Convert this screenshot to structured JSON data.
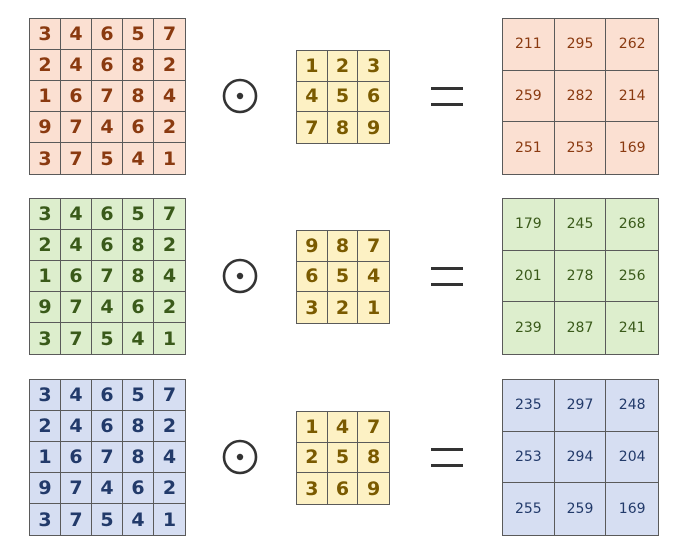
{
  "rows": [
    {
      "color_theme": "red",
      "input": [
        [
          "3",
          "4",
          "6",
          "5",
          "7"
        ],
        [
          "2",
          "4",
          "6",
          "8",
          "2"
        ],
        [
          "1",
          "6",
          "7",
          "8",
          "4"
        ],
        [
          "9",
          "7",
          "4",
          "6",
          "2"
        ],
        [
          "3",
          "7",
          "5",
          "4",
          "1"
        ]
      ],
      "kernel": [
        [
          "1",
          "2",
          "3"
        ],
        [
          "4",
          "5",
          "6"
        ],
        [
          "7",
          "8",
          "9"
        ]
      ],
      "output": [
        [
          "211",
          "295",
          "262"
        ],
        [
          "259",
          "282",
          "214"
        ],
        [
          "251",
          "253",
          "169"
        ]
      ]
    },
    {
      "color_theme": "green",
      "input": [
        [
          "3",
          "4",
          "6",
          "5",
          "7"
        ],
        [
          "2",
          "4",
          "6",
          "8",
          "2"
        ],
        [
          "1",
          "6",
          "7",
          "8",
          "4"
        ],
        [
          "9",
          "7",
          "4",
          "6",
          "2"
        ],
        [
          "3",
          "7",
          "5",
          "4",
          "1"
        ]
      ],
      "kernel": [
        [
          "9",
          "8",
          "7"
        ],
        [
          "6",
          "5",
          "4"
        ],
        [
          "3",
          "2",
          "1"
        ]
      ],
      "output": [
        [
          "179",
          "245",
          "268"
        ],
        [
          "201",
          "278",
          "256"
        ],
        [
          "239",
          "287",
          "241"
        ]
      ]
    },
    {
      "color_theme": "blue",
      "input": [
        [
          "3",
          "4",
          "6",
          "5",
          "7"
        ],
        [
          "2",
          "4",
          "6",
          "8",
          "2"
        ],
        [
          "1",
          "6",
          "7",
          "8",
          "4"
        ],
        [
          "9",
          "7",
          "4",
          "6",
          "2"
        ],
        [
          "3",
          "7",
          "5",
          "4",
          "1"
        ]
      ],
      "kernel": [
        [
          "1",
          "4",
          "7"
        ],
        [
          "2",
          "5",
          "8"
        ],
        [
          "3",
          "6",
          "9"
        ]
      ],
      "output": [
        [
          "235",
          "297",
          "248"
        ],
        [
          "253",
          "294",
          "204"
        ],
        [
          "255",
          "259",
          "169"
        ]
      ]
    }
  ],
  "operator_icon": "circled-dot-operator-icon",
  "equals_icon": "equals-sign-icon",
  "colors": {
    "red_fill": "#fbe0d2",
    "red_text": "#8a3a10",
    "green_fill": "#ddeecd",
    "green_text": "#3a5a1a",
    "blue_fill": "#d6def2",
    "blue_text": "#223a6a",
    "kernel_fill": "#fdf1c4",
    "kernel_text": "#7a5a00",
    "grid_line": "#5a5a5a"
  }
}
